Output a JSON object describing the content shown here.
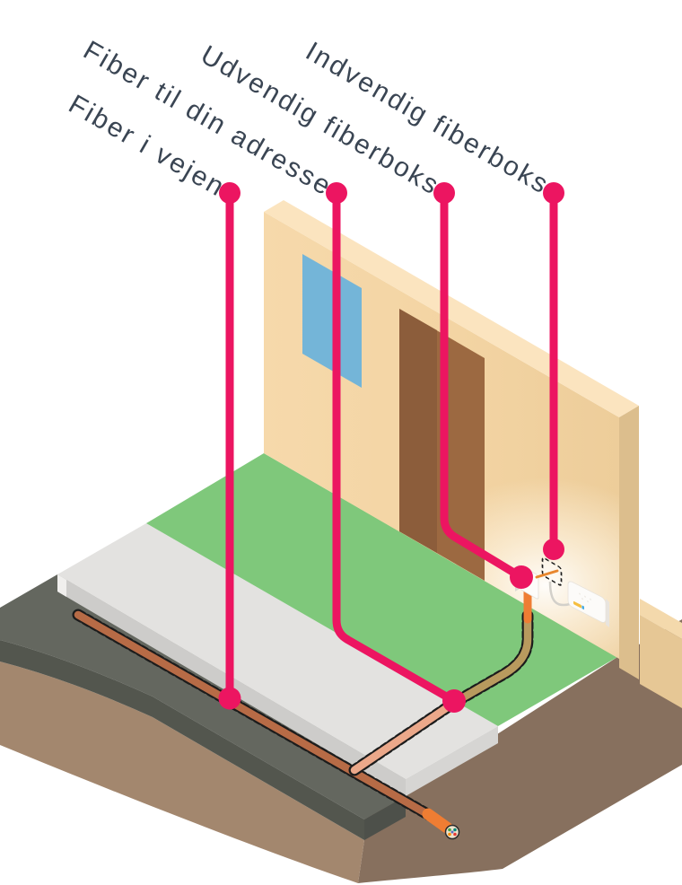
{
  "diagram": {
    "labels": [
      {
        "id": "fiber-i-vejen",
        "text": "Fiber i vejen"
      },
      {
        "id": "fiber-til-din-adresse",
        "text": "Fiber til din adresse"
      },
      {
        "id": "udvendig-fiberboks",
        "text": "Udvendig fiberboks"
      },
      {
        "id": "indvendig-fiberboks",
        "text": "Indvendig fiberboks"
      }
    ],
    "colors": {
      "leader_line": "#EC1561",
      "label_text": "#3A4553",
      "wall": "#F4D6A6",
      "wall_top": "#FBE4BF",
      "wall_end": "#DCBE8D",
      "window": "#74B5D8",
      "door": "#9C6941",
      "lawn": "#7FC87B",
      "sidewalk": "#E3E2E0",
      "road": "#64675F",
      "soil_left": "#A3876E",
      "soil_right": "#87705E",
      "duct_in_road": "#B76B46",
      "duct_on_sidewalk": "#EBA88A",
      "duct_on_lawn": "#B89A5E",
      "cable_orange": "#EF7D33"
    }
  }
}
